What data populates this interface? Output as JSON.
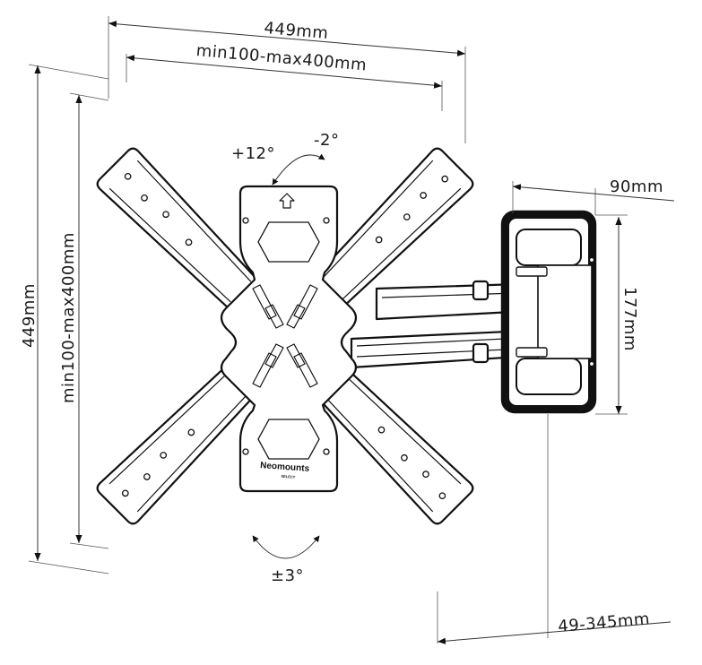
{
  "dimensions": {
    "overall_width": "449mm",
    "overall_height": "449mm",
    "vesa_horizontal": "min100-max400mm",
    "vesa_vertical": "min100-max400mm",
    "wall_plate_width": "90mm",
    "wall_plate_height": "177mm",
    "depth_range": "49-345mm"
  },
  "angles": {
    "tilt_up": "+12°",
    "tilt_down": "-2°",
    "rotation": "±3°"
  },
  "brand": {
    "name": "Neomounts",
    "sub": "SELECT"
  }
}
